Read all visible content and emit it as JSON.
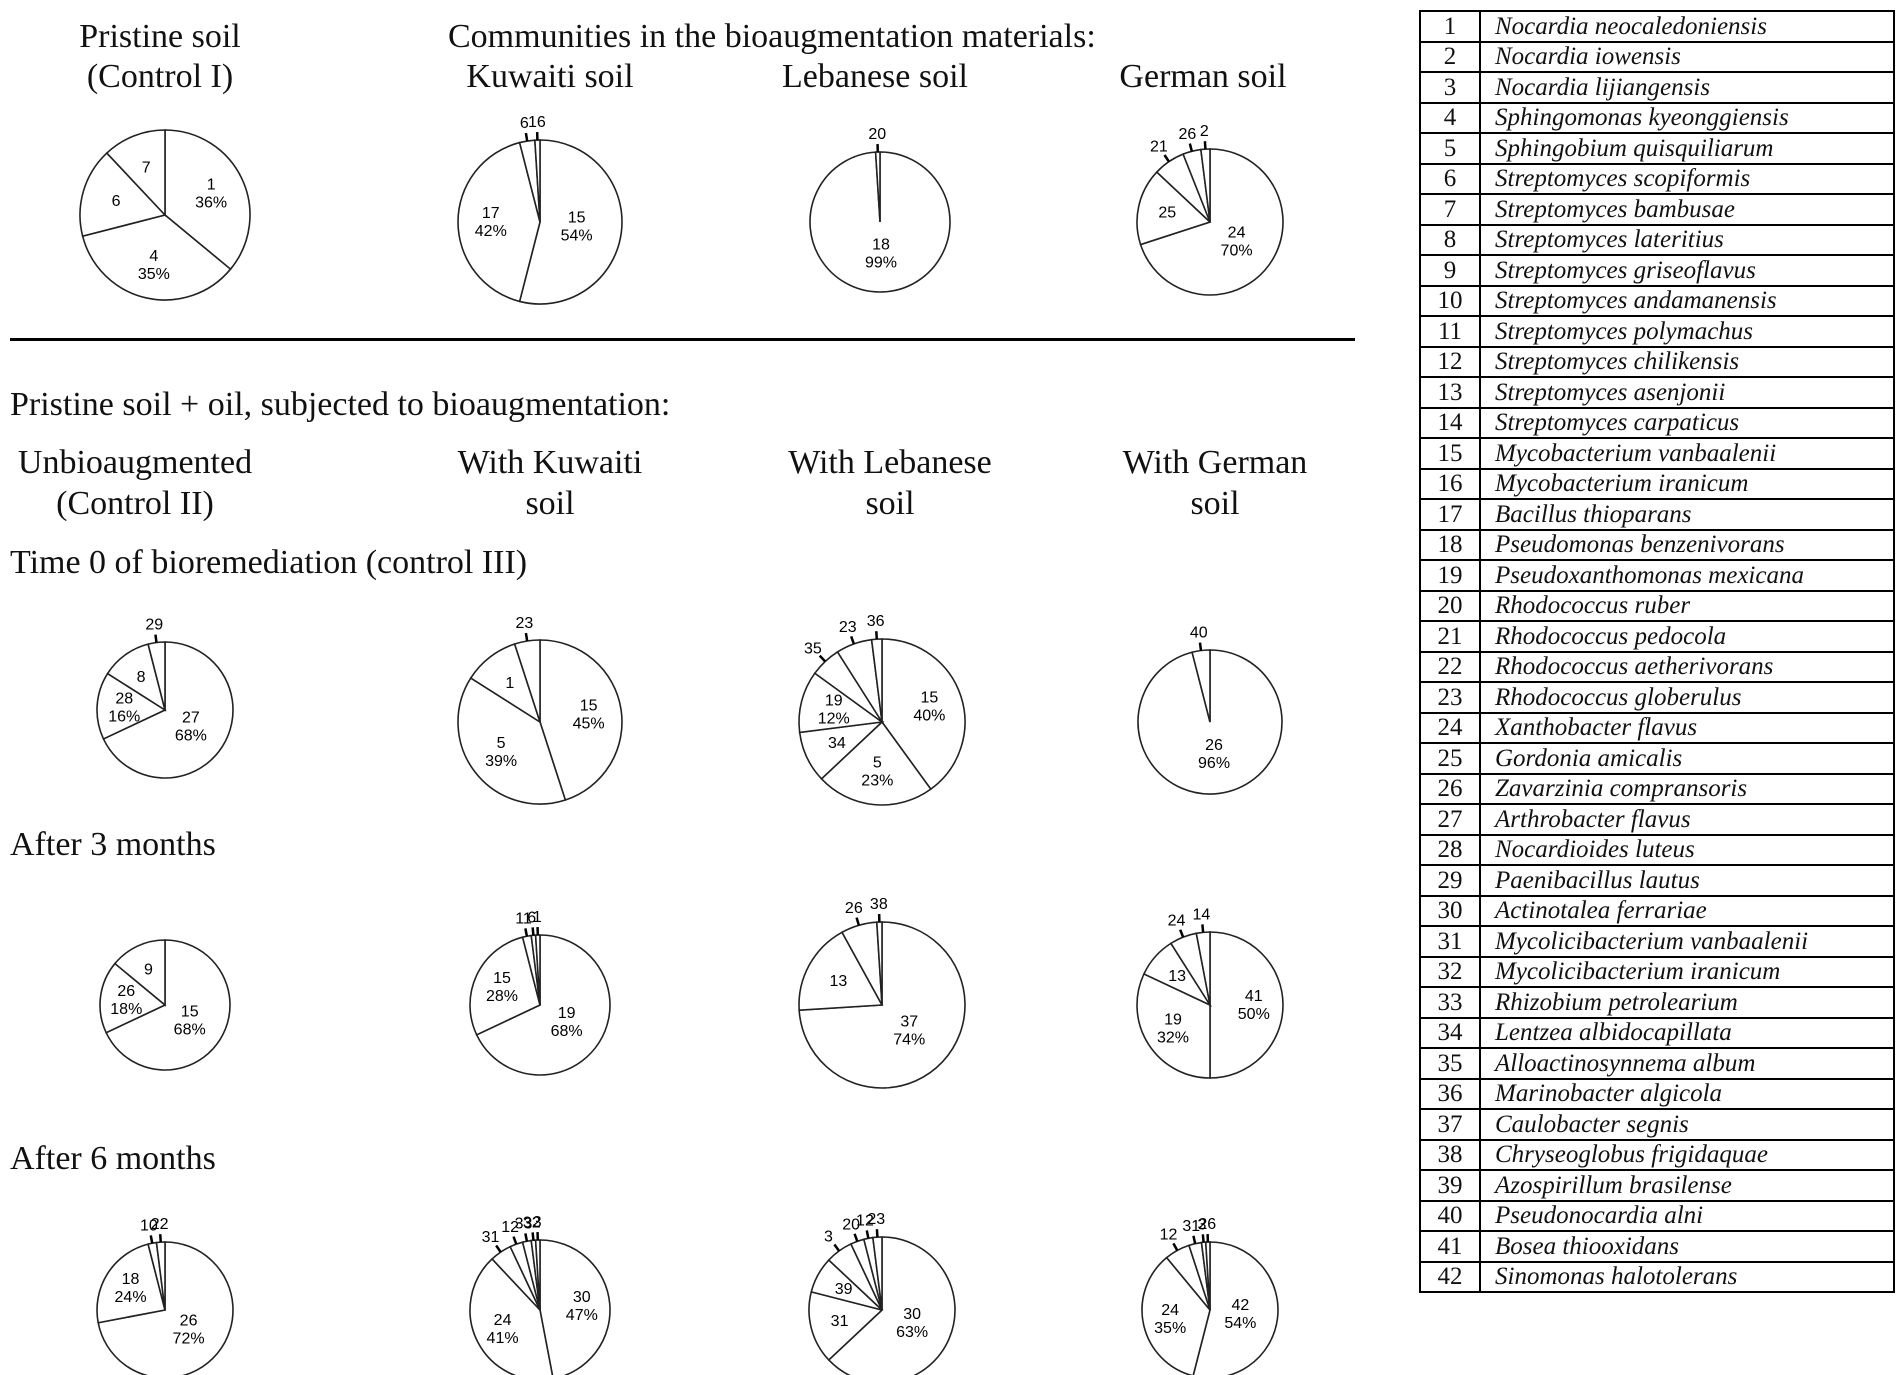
{
  "headers": {
    "pristine_title": "Pristine soil",
    "pristine_sub": "(Control I)",
    "communities_title": "Communities in the bioaugmentation materials:",
    "kuwaiti": "Kuwaiti soil",
    "lebanese": "Lebanese soil",
    "german": "German soil",
    "bioaug_title": "Pristine soil + oil, subjected to bioaugmentation:",
    "unbio_1": "Unbioaugmented",
    "unbio_2": "(Control II)",
    "withk_1": "With Kuwaiti",
    "withk_2": "soil",
    "withl_1": "With Lebanese",
    "withl_2": "soil",
    "withg_1": "With German",
    "withg_2": "soil",
    "time0": "Time 0 of bioremediation (control III)",
    "after3": "After 3 months",
    "after6": "After 6 months"
  },
  "chart_data": [
    {
      "type": "pie",
      "slices": [
        {
          "label": "1",
          "pct": "36%",
          "value": 36
        },
        {
          "label": "4",
          "pct": "35%",
          "value": 35
        },
        {
          "label": "6",
          "pct": "",
          "value": 17
        },
        {
          "label": "7",
          "pct": "",
          "value": 12
        }
      ]
    },
    {
      "type": "pie",
      "slices": [
        {
          "label": "15",
          "pct": "54%",
          "value": 54
        },
        {
          "label": "17",
          "pct": "42%",
          "value": 42
        },
        {
          "label": "6",
          "pct": "",
          "value": 3
        },
        {
          "label": "16",
          "pct": "",
          "value": 1
        }
      ]
    },
    {
      "type": "pie",
      "slices": [
        {
          "label": "18",
          "pct": "99%",
          "value": 99
        },
        {
          "label": "20",
          "pct": "",
          "value": 1
        }
      ]
    },
    {
      "type": "pie",
      "slices": [
        {
          "label": "24",
          "pct": "70%",
          "value": 70
        },
        {
          "label": "25",
          "pct": "",
          "value": 17
        },
        {
          "label": "21",
          "pct": "",
          "value": 7
        },
        {
          "label": "26",
          "pct": "",
          "value": 4
        },
        {
          "label": "2",
          "pct": "",
          "value": 2
        }
      ]
    },
    {
      "type": "pie",
      "slices": [
        {
          "label": "27",
          "pct": "68%",
          "value": 68
        },
        {
          "label": "28",
          "pct": "16%",
          "value": 16
        },
        {
          "label": "8",
          "pct": "",
          "value": 12
        },
        {
          "label": "29",
          "pct": "",
          "value": 4
        }
      ]
    },
    {
      "type": "pie",
      "slices": [
        {
          "label": "15",
          "pct": "45%",
          "value": 45
        },
        {
          "label": "5",
          "pct": "39%",
          "value": 39
        },
        {
          "label": "1",
          "pct": "",
          "value": 11
        },
        {
          "label": "23",
          "pct": "",
          "value": 5
        }
      ]
    },
    {
      "type": "pie",
      "slices": [
        {
          "label": "15",
          "pct": "40%",
          "value": 40
        },
        {
          "label": "5",
          "pct": "23%",
          "value": 23
        },
        {
          "label": "34",
          "pct": "",
          "value": 10
        },
        {
          "label": "19",
          "pct": "12%",
          "value": 12
        },
        {
          "label": "35",
          "pct": "",
          "value": 6
        },
        {
          "label": "23",
          "pct": "",
          "value": 7
        },
        {
          "label": "36",
          "pct": "",
          "value": 2
        }
      ]
    },
    {
      "type": "pie",
      "slices": [
        {
          "label": "26",
          "pct": "96%",
          "value": 96
        },
        {
          "label": "40",
          "pct": "",
          "value": 4
        }
      ]
    },
    {
      "type": "pie",
      "slices": [
        {
          "label": "15",
          "pct": "68%",
          "value": 68
        },
        {
          "label": "26",
          "pct": "18%",
          "value": 18
        },
        {
          "label": "9",
          "pct": "",
          "value": 14
        }
      ]
    },
    {
      "type": "pie",
      "slices": [
        {
          "label": "19",
          "pct": "68%",
          "value": 68
        },
        {
          "label": "15",
          "pct": "28%",
          "value": 28
        },
        {
          "label": "11",
          "pct": "",
          "value": 2
        },
        {
          "label": "6",
          "pct": "",
          "value": 1
        },
        {
          "label": "1",
          "pct": "",
          "value": 1
        }
      ]
    },
    {
      "type": "pie",
      "slices": [
        {
          "label": "37",
          "pct": "74%",
          "value": 74
        },
        {
          "label": "13",
          "pct": "",
          "value": 18
        },
        {
          "label": "26",
          "pct": "",
          "value": 7
        },
        {
          "label": "38",
          "pct": "",
          "value": 1
        }
      ]
    },
    {
      "type": "pie",
      "slices": [
        {
          "label": "41",
          "pct": "50%",
          "value": 50
        },
        {
          "label": "19",
          "pct": "32%",
          "value": 32
        },
        {
          "label": "13",
          "pct": "",
          "value": 9
        },
        {
          "label": "24",
          "pct": "",
          "value": 6
        },
        {
          "label": "14",
          "pct": "",
          "value": 3
        }
      ]
    },
    {
      "type": "pie",
      "slices": [
        {
          "label": "26",
          "pct": "72%",
          "value": 72
        },
        {
          "label": "18",
          "pct": "24%",
          "value": 24
        },
        {
          "label": "10",
          "pct": "",
          "value": 2
        },
        {
          "label": "22",
          "pct": "",
          "value": 2
        }
      ]
    },
    {
      "type": "pie",
      "slices": [
        {
          "label": "30",
          "pct": "47%",
          "value": 47
        },
        {
          "label": "24",
          "pct": "41%",
          "value": 41
        },
        {
          "label": "31",
          "pct": "",
          "value": 5
        },
        {
          "label": "12",
          "pct": "",
          "value": 3
        },
        {
          "label": "33",
          "pct": "",
          "value": 2
        },
        {
          "label": "32",
          "pct": "",
          "value": 1
        },
        {
          "label": "3",
          "pct": "",
          "value": 1
        }
      ]
    },
    {
      "type": "pie",
      "slices": [
        {
          "label": "30",
          "pct": "63%",
          "value": 63
        },
        {
          "label": "31",
          "pct": "",
          "value": 16
        },
        {
          "label": "39",
          "pct": "",
          "value": 8
        },
        {
          "label": "3",
          "pct": "",
          "value": 6
        },
        {
          "label": "20",
          "pct": "",
          "value": 3
        },
        {
          "label": "12",
          "pct": "",
          "value": 2
        },
        {
          "label": "23",
          "pct": "",
          "value": 2
        }
      ]
    },
    {
      "type": "pie",
      "slices": [
        {
          "label": "42",
          "pct": "54%",
          "value": 54
        },
        {
          "label": "24",
          "pct": "35%",
          "value": 35
        },
        {
          "label": "12",
          "pct": "",
          "value": 6
        },
        {
          "label": "31",
          "pct": "",
          "value": 3
        },
        {
          "label": "3",
          "pct": "",
          "value": 1
        },
        {
          "label": "26",
          "pct": "",
          "value": 1
        }
      ]
    }
  ],
  "legend": [
    {
      "num": "1",
      "name": "Nocardia neocaledoniensis"
    },
    {
      "num": "2",
      "name": "Nocardia iowensis"
    },
    {
      "num": "3",
      "name": "Nocardia lijiangensis"
    },
    {
      "num": "4",
      "name": "Sphingomonas kyeonggiensis"
    },
    {
      "num": "5",
      "name": "Sphingobium quisquiliarum"
    },
    {
      "num": "6",
      "name": "Streptomyces scopiformis"
    },
    {
      "num": "7",
      "name": "Streptomyces bambusae"
    },
    {
      "num": "8",
      "name": "Streptomyces lateritius"
    },
    {
      "num": "9",
      "name": "Streptomyces griseoflavus"
    },
    {
      "num": "10",
      "name": "Streptomyces andamanensis"
    },
    {
      "num": "11",
      "name": "Streptomyces polymachus"
    },
    {
      "num": "12",
      "name": "Streptomyces chilikensis"
    },
    {
      "num": "13",
      "name": "Streptomyces asenjonii"
    },
    {
      "num": "14",
      "name": "Streptomyces carpaticus"
    },
    {
      "num": "15",
      "name": "Mycobacterium vanbaalenii"
    },
    {
      "num": "16",
      "name": "Mycobacterium iranicum"
    },
    {
      "num": "17",
      "name": "Bacillus thioparans"
    },
    {
      "num": "18",
      "name": "Pseudomonas benzenivorans"
    },
    {
      "num": "19",
      "name": "Pseudoxanthomonas mexicana"
    },
    {
      "num": "20",
      "name": "Rhodococcus ruber"
    },
    {
      "num": "21",
      "name": "Rhodococcus pedocola"
    },
    {
      "num": "22",
      "name": "Rhodococcus aetherivorans"
    },
    {
      "num": "23",
      "name": "Rhodococcus globerulus"
    },
    {
      "num": "24",
      "name": "Xanthobacter flavus"
    },
    {
      "num": "25",
      "name": "Gordonia amicalis"
    },
    {
      "num": "26",
      "name": "Zavarzinia compransoris"
    },
    {
      "num": "27",
      "name": "Arthrobacter flavus"
    },
    {
      "num": "28",
      "name": "Nocardioides luteus"
    },
    {
      "num": "29",
      "name": "Paenibacillus lautus"
    },
    {
      "num": "30",
      "name": "Actinotalea ferrariae"
    },
    {
      "num": "31",
      "name": "Mycolicibacterium vanbaalenii"
    },
    {
      "num": "32",
      "name": "Mycolicibacterium iranicum"
    },
    {
      "num": "33",
      "name": "Rhizobium petrolearium"
    },
    {
      "num": "34",
      "name": "Lentzea albidocapillata"
    },
    {
      "num": "35",
      "name": "Alloactinosynnema album"
    },
    {
      "num": "36",
      "name": "Marinobacter algicola"
    },
    {
      "num": "37",
      "name": "Caulobacter segnis"
    },
    {
      "num": "38",
      "name": "Chryseoglobus frigidaquae"
    },
    {
      "num": "39",
      "name": "Azospirillum brasilense"
    },
    {
      "num": "40",
      "name": "Pseudonocardia alni"
    },
    {
      "num": "41",
      "name": "Bosea thiooxidans"
    },
    {
      "num": "42",
      "name": "Sinomonas halotolerans"
    }
  ]
}
